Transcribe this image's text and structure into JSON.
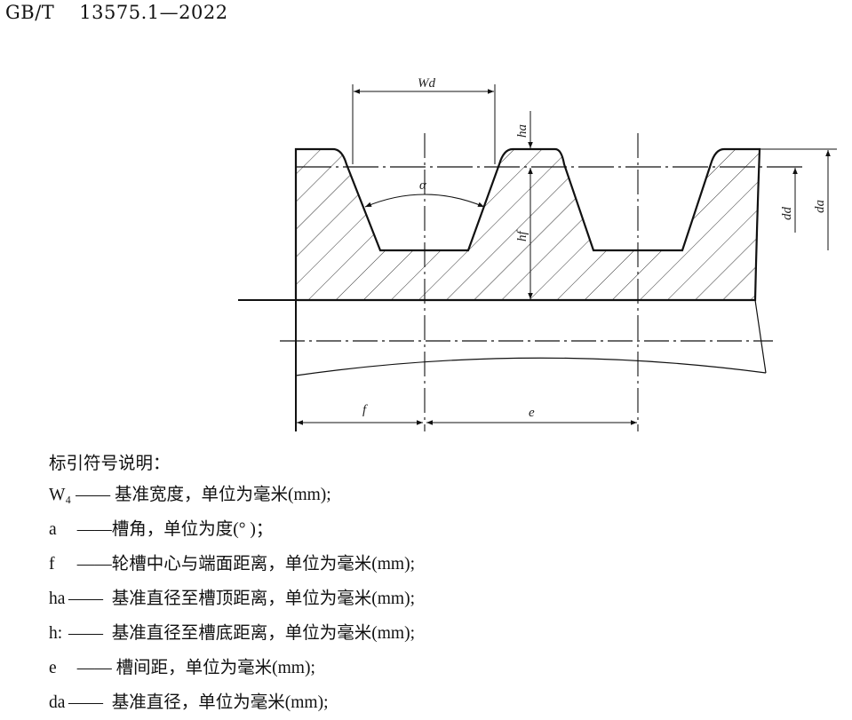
{
  "header": {
    "standard": "GB/T",
    "number": "13575.1—2022"
  },
  "figure": {
    "labels": {
      "wd": "Wd",
      "ha": "ha",
      "hf": "hf",
      "alpha": "α",
      "dd": "dd",
      "da": "da",
      "f": "f",
      "e": "e"
    }
  },
  "legend": {
    "title": "标引符号说明：",
    "items": [
      {
        "symbol": "W₄",
        "dash": " —— ",
        "text": "基准宽度，单位为毫米(mm);"
      },
      {
        "symbol": "a",
        "dash": "  ——",
        "text": "槽角，单位为度(° )；"
      },
      {
        "symbol": "f",
        "dash": "  ——",
        "text": "轮槽中心与端面距离，单位为毫米(mm);"
      },
      {
        "symbol": "ha",
        "dash": "——  ",
        "text": "基准直径至槽顶距离，单位为毫米(mm);"
      },
      {
        "symbol": "h:",
        "dash": "——  ",
        "text": "基准直径至槽底距离，单位为毫米(mm);"
      },
      {
        "symbol": "e",
        "dash": "  —— ",
        "text": "槽间距，单位为毫米(mm);"
      },
      {
        "symbol": "da",
        "dash": "——  ",
        "text": "基准直径，单位为毫米(mm);"
      }
    ]
  }
}
